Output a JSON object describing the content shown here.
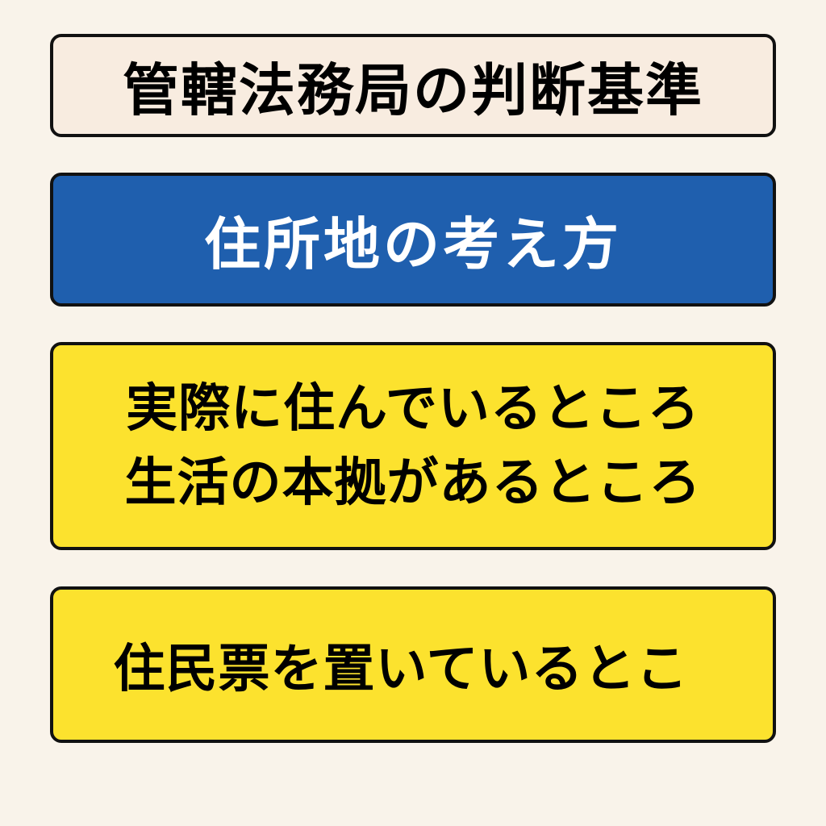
{
  "title": "管轄法務局の判断基準",
  "subtitle": "住所地の考え方",
  "criteria": {
    "line1": "実際に住んでいるところ",
    "line2": "生活の本拠があるところ"
  },
  "other": "住民票を置いているとこ",
  "colors": {
    "background": "#f9f3ea",
    "title_box": "#f8ece0",
    "subtitle_box": "#1f5fae",
    "criteria_box": "#fce22e",
    "border": "#111111"
  }
}
